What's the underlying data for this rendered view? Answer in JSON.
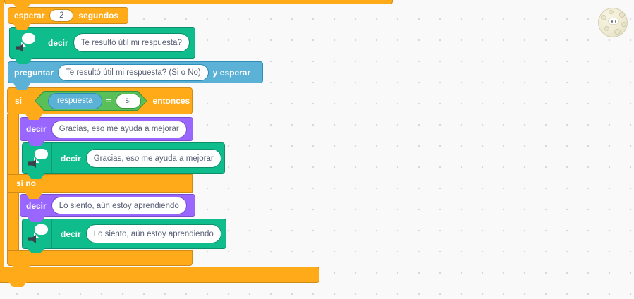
{
  "workspace": {
    "kind": "scratch-block-canvas",
    "watermark_sprite": "moon"
  },
  "colors": {
    "control_orange": "#FFAB19",
    "looks_purple": "#9966FF",
    "sensing_blue": "#5CB1D6",
    "operator_green": "#59C059",
    "tts_green": "#0FBD8C",
    "input_text": "#575E75"
  },
  "blocks": {
    "wait": {
      "label_pre": "esperar",
      "value": "2",
      "label_post": "segundos"
    },
    "tts_say_1": {
      "label": "decir",
      "value": "Te resultó útil mi respuesta?"
    },
    "ask": {
      "label_pre": "preguntar",
      "value": "Te resultó útil mi respuesta? (Si o No)",
      "label_post": "y esperar"
    },
    "if_else": {
      "if_label": "si",
      "then_label": "entonces",
      "else_label": "si no",
      "condition": {
        "left": "respuesta",
        "operator": "=",
        "right": "si"
      }
    },
    "say_1": {
      "label": "decir",
      "value": "Gracias, eso me ayuda a mejorar"
    },
    "tts_say_2": {
      "label": "decir",
      "value": "Gracias, eso me ayuda a mejorar"
    },
    "say_2": {
      "label": "decir",
      "value": "Lo siento, aún estoy aprendiendo"
    },
    "tts_say_3": {
      "label": "decir",
      "value": "Lo siento, aún estoy aprendiendo"
    }
  }
}
